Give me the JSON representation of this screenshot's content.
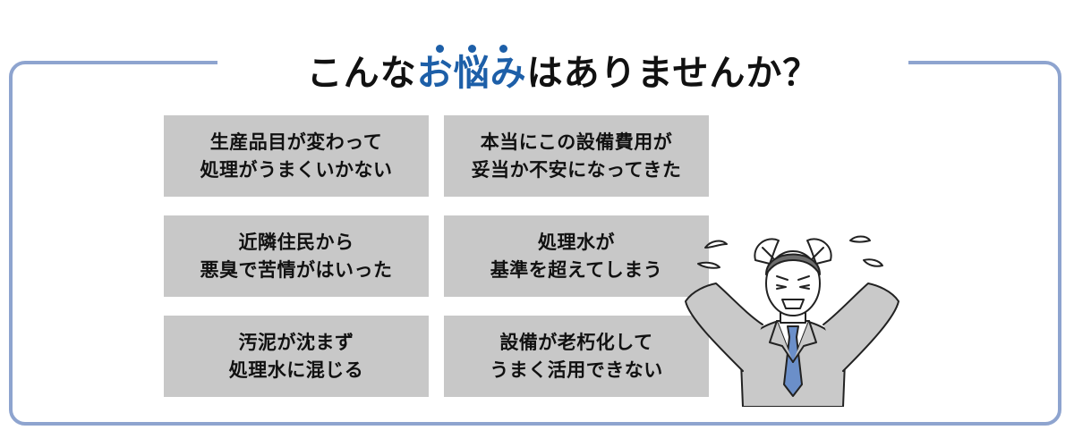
{
  "title": {
    "prefix": "こんな",
    "highlight": "お悩み",
    "suffix": "はありませんか？"
  },
  "colors": {
    "accent": "#1d5fa8",
    "frame": "#8ea4cf",
    "card": "#c8c8c8"
  },
  "cards": [
    {
      "line1": "生産品目が変わって",
      "line2": "処理がうまくいかない"
    },
    {
      "line1": "本当にこの設備費用が",
      "line2": "妥当か不安になってきた"
    },
    {
      "line1": "近隣住民から",
      "line2": "悪臭で苦情がはいった"
    },
    {
      "line1": "処理水が",
      "line2": "基準を超えてしまう"
    },
    {
      "line1": "汚泥が沈まず",
      "line2": "処理水に混じる"
    },
    {
      "line1": "設備が老朽化して",
      "line2": "うまく活用できない"
    }
  ],
  "illustration": {
    "icon": "worried-businessman-illustration"
  }
}
